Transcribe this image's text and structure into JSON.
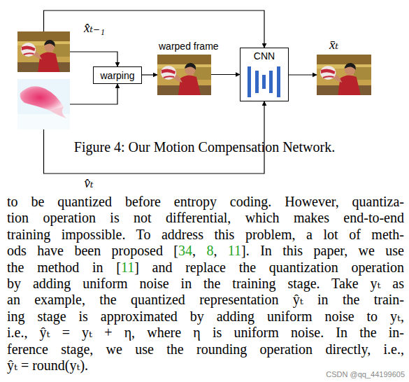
{
  "diagram": {
    "caption": "Figure 4: Our Motion Compensation Network.",
    "nodes": [
      {
        "text": [
          "x̂ₜ₋₁"
        ]
      },
      {
        "text": []
      },
      {
        "text": [
          "warping"
        ]
      },
      {
        "text": [
          "warped frame"
        ]
      },
      {
        "text": [
          "CNN"
        ]
      },
      {
        "text": [
          "x̄ₜ"
        ]
      }
    ],
    "edges": [
      {
        "from": 0,
        "to": 2,
        "arrow": "to"
      },
      {
        "from": 1,
        "to": 2,
        "arrow": "to"
      },
      {
        "from": 2,
        "to": 3,
        "arrow": "to"
      },
      {
        "from": 3,
        "to": 4,
        "arrow": "to"
      },
      {
        "from": 0,
        "to": 4,
        "arrow": "to"
      },
      {
        "from": 1,
        "to": 4,
        "arrow": "to",
        "label": "v̂ₜ"
      },
      {
        "from": 4,
        "to": 5,
        "arrow": "to"
      }
    ],
    "labels": [
      "to be quantized before entropy coding. However, quantiza-",
      "tion operation is not differential, which makes end-to-end",
      "training impossible. To address this problem, a lot of meth-",
      "ods have been proposed [",
      "34",
      ", ",
      "8",
      ", ",
      "11",
      "]. In this paper, we use",
      "the method in [",
      "11",
      "] and replace the quantization operation",
      "by adding uniform noise in the training stage. Take yₜ as",
      "an example, the quantized representation ŷₜ in the train-",
      "ing stage is approximated by adding uniform noise to yₜ,",
      "i.e., ŷₜ = yₜ + η, where η is uniform noise. In the in-",
      "ference stage, we use the rounding operation directly, i.e.,",
      "ŷₜ = round(yₜ).",
      "CSDN @qq_44199605"
    ]
  }
}
